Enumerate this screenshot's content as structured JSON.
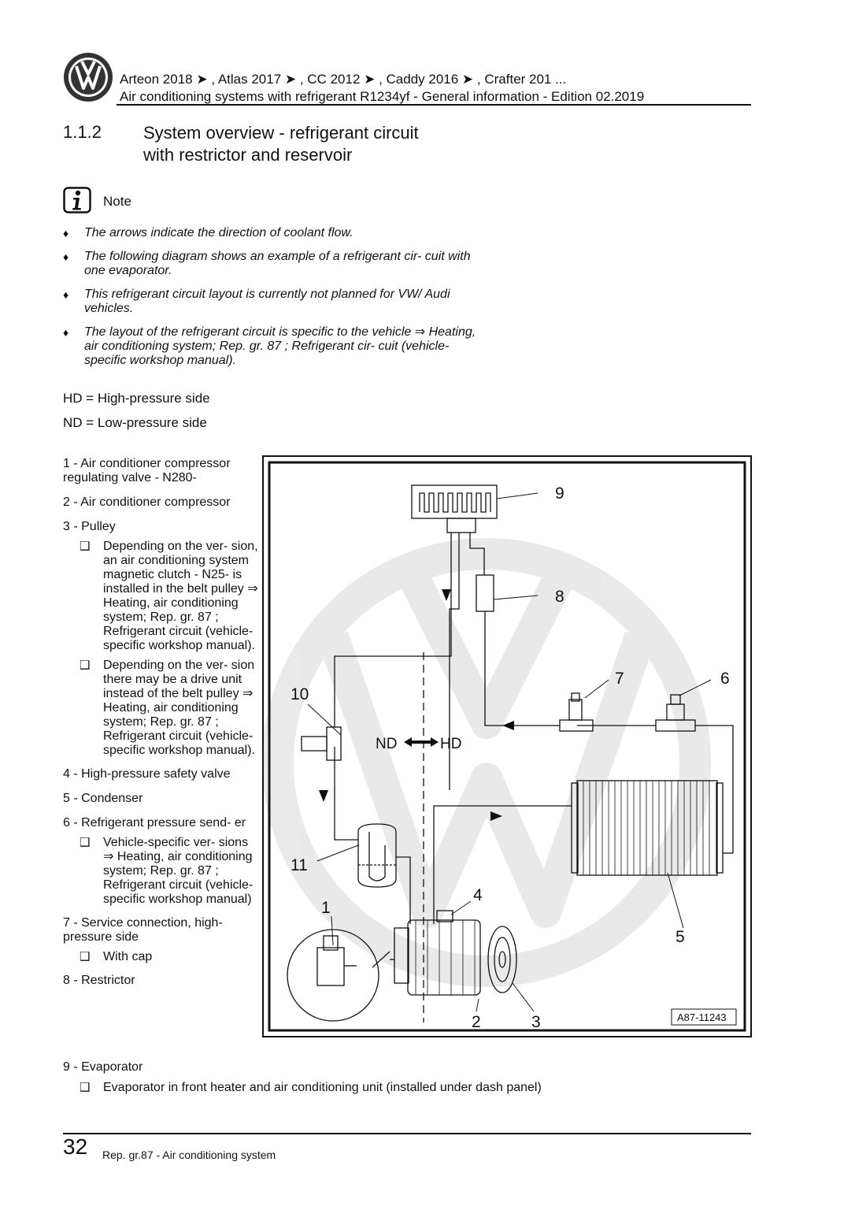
{
  "header": {
    "models": "Arteon 2018 ➤ , Atlas 2017 ➤ , CC 2012 ➤ , Caddy 2016 ➤ , Crafter 201 ...",
    "subtitle": "Air conditioning systems with refrigerant R1234yf - General information - Edition 02.2019",
    "logo_icon": "vw-logo-icon"
  },
  "section": {
    "number": "1.1.2",
    "title_line1": "System overview - refrigerant circuit",
    "title_line2": "with restrictor and reservoir"
  },
  "note": {
    "icon": "info-icon",
    "label": "Note",
    "bullets": [
      "The arrows indicate the direction of coolant flow.",
      "The following diagram shows an example of a refrigerant cir- cuit with one evaporator.",
      "This refrigerant circuit layout is currently not planned for VW/ Audi vehicles.",
      "The layout of the refrigerant circuit is specific to the vehicle ⇒ Heating, air conditioning system; Rep. gr. 87 ; Refrigerant cir- cuit (vehicle-specific workshop manual)."
    ]
  },
  "definitions": {
    "hd": "HD = High-pressure side",
    "nd": "ND = Low-pressure side"
  },
  "legend": {
    "item1": "1 - Air conditioner compressor regulating valve - N280-",
    "item2": "2 - Air conditioner compressor",
    "item3": "3 - Pulley",
    "item3_sub1": "Depending on the ver- sion, an air conditioning system magnetic clutch - N25- is installed in the belt pulley ⇒ Heating, air conditioning system; Rep. gr. 87 ; Refrigerant circuit (vehicle-specific workshop manual).",
    "item3_sub2": "Depending on the ver- sion there may be a drive unit instead of the belt pulley ⇒ Heating, air conditioning system; Rep. gr. 87 ; Refrigerant circuit (vehicle-specific workshop manual).",
    "item4": "4 - High-pressure safety valve",
    "item5": "5 - Condenser",
    "item6": "6 - Refrigerant pressure send- er",
    "item6_sub1": "Vehicle-specific ver- sions ⇒ Heating, air conditioning system; Rep. gr. 87 ; Refrigerant circuit (vehicle-specific workshop manual)",
    "item7": "7 - Service connection, high- pressure side",
    "item7_sub1": "With cap",
    "item8": "8 - Restrictor",
    "item9": "9 - Evaporator",
    "item9_sub1": "Evaporator in front heater and air conditioning unit (installed under dash panel)"
  },
  "figure": {
    "callouts": {
      "c1": "1",
      "c2": "2",
      "c3": "3",
      "c4": "4",
      "c5": "5",
      "c6": "6",
      "c7": "7",
      "c8": "8",
      "c9": "9",
      "c10": "10",
      "c11": "11"
    },
    "nd": "ND",
    "hd": "HD",
    "figure_id": "A87-11243"
  },
  "footer": {
    "page_number": "32",
    "text": "Rep. gr.87 - Air conditioning system"
  },
  "checkbox_glyph": "❑",
  "bullet_glyph": "♦"
}
